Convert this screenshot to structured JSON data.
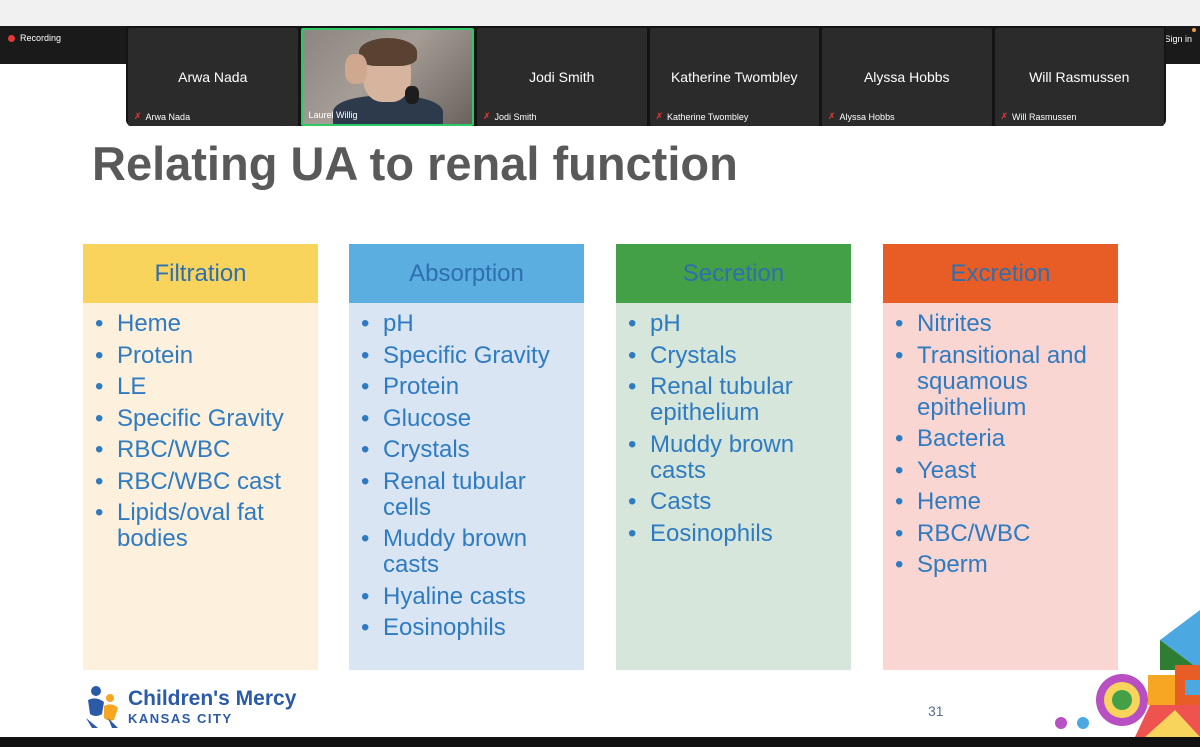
{
  "toolbar": {
    "recording_label": "Recording",
    "sign_in_label": "Sign in"
  },
  "participants": [
    {
      "name": "Arwa Nada",
      "label": "Arwa Nada",
      "video": false,
      "muted": true
    },
    {
      "name": "",
      "label": "Laurel Willig",
      "video": true,
      "muted": false
    },
    {
      "name": "Jodi Smith",
      "label": "Jodi Smith",
      "video": false,
      "muted": true
    },
    {
      "name": "Katherine Twombley",
      "label": "Katherine Twombley",
      "video": false,
      "muted": true
    },
    {
      "name": "Alyssa Hobbs",
      "label": "Alyssa Hobbs",
      "video": false,
      "muted": true
    },
    {
      "name": "Will Rasmussen",
      "label": "Will Rasmussen",
      "video": false,
      "muted": true
    }
  ],
  "slide": {
    "title": "Relating UA to renal function",
    "page_number": "31",
    "columns": [
      {
        "header": "Filtration",
        "header_color": "#f8d45c",
        "body_color": "#fdf0dc",
        "items": [
          "Heme",
          "Protein",
          "LE",
          "Specific Gravity",
          "RBC/WBC",
          "RBC/WBC cast",
          "Lipids/oval fat bodies"
        ]
      },
      {
        "header": "Absorption",
        "header_color": "#5aaee0",
        "body_color": "#d9e5f3",
        "items": [
          "pH",
          "Specific Gravity",
          "Protein",
          "Glucose",
          "Crystals",
          "Renal tubular cells",
          "Muddy brown casts",
          "Hyaline casts",
          "Eosinophils"
        ]
      },
      {
        "header": "Secretion",
        "header_color": "#43a047",
        "body_color": "#d7e6da",
        "items": [
          "pH",
          "Crystals",
          "Renal tubular epithelium",
          "Muddy brown casts",
          "Casts",
          "Eosinophils"
        ]
      },
      {
        "header": "Excretion",
        "header_color": "#e85d25",
        "body_color": "#f9d6d2",
        "items": [
          "Nitrites",
          "Transitional and squamous epithelium",
          "Bacteria",
          "Yeast",
          "Heme",
          "RBC/WBC",
          "Sperm"
        ]
      }
    ],
    "logo": {
      "main": "Children's Mercy",
      "sub": "KANSAS CITY"
    }
  },
  "icons": {
    "recording": "red-dot-icon",
    "muted": "muted-mic-icon",
    "logo": "childrens-mercy-logo-icon"
  }
}
